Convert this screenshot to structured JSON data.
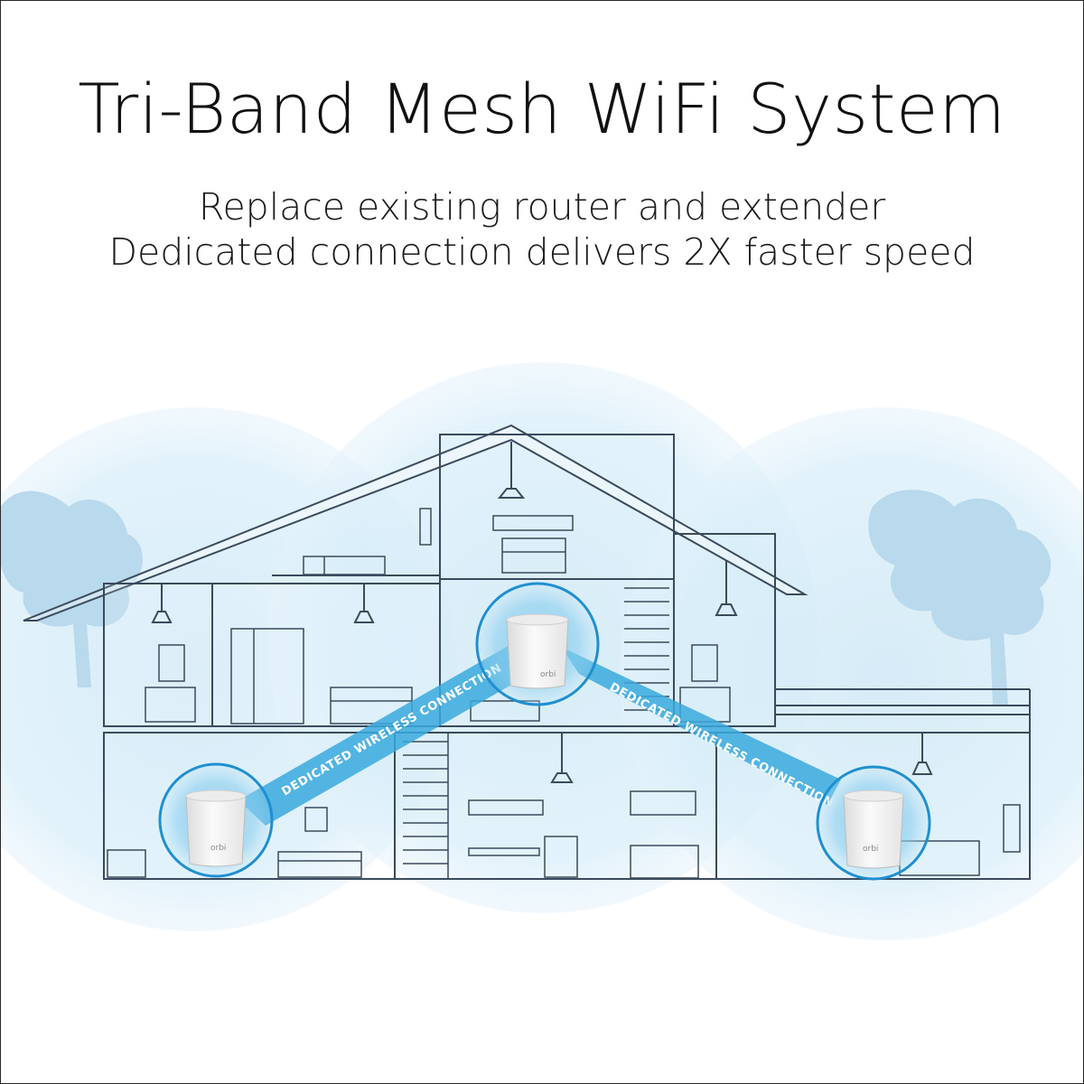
{
  "title": "Tri-Band Mesh WiFi System",
  "subtitle_lines": [
    "Replace existing router and extender",
    "Dedicated connection delivers 2X faster speed"
  ],
  "connection_label": "DEDICATED WIRELESS CONNECTION",
  "device_brand": "orbi",
  "colors": {
    "coverage_fill": "#d6ecf7",
    "coverage_overlap": "#bfe0f2",
    "house_line": "#3a4a5c",
    "tree": "#b9d9ec",
    "beam": "#39a9dd",
    "device_ring": "#1f8fd0",
    "device_body": "#f3f3f3"
  },
  "icons": [
    "router-icon",
    "tree-icon",
    "house-icon",
    "lamp-icon",
    "bed-icon",
    "sofa-icon"
  ]
}
